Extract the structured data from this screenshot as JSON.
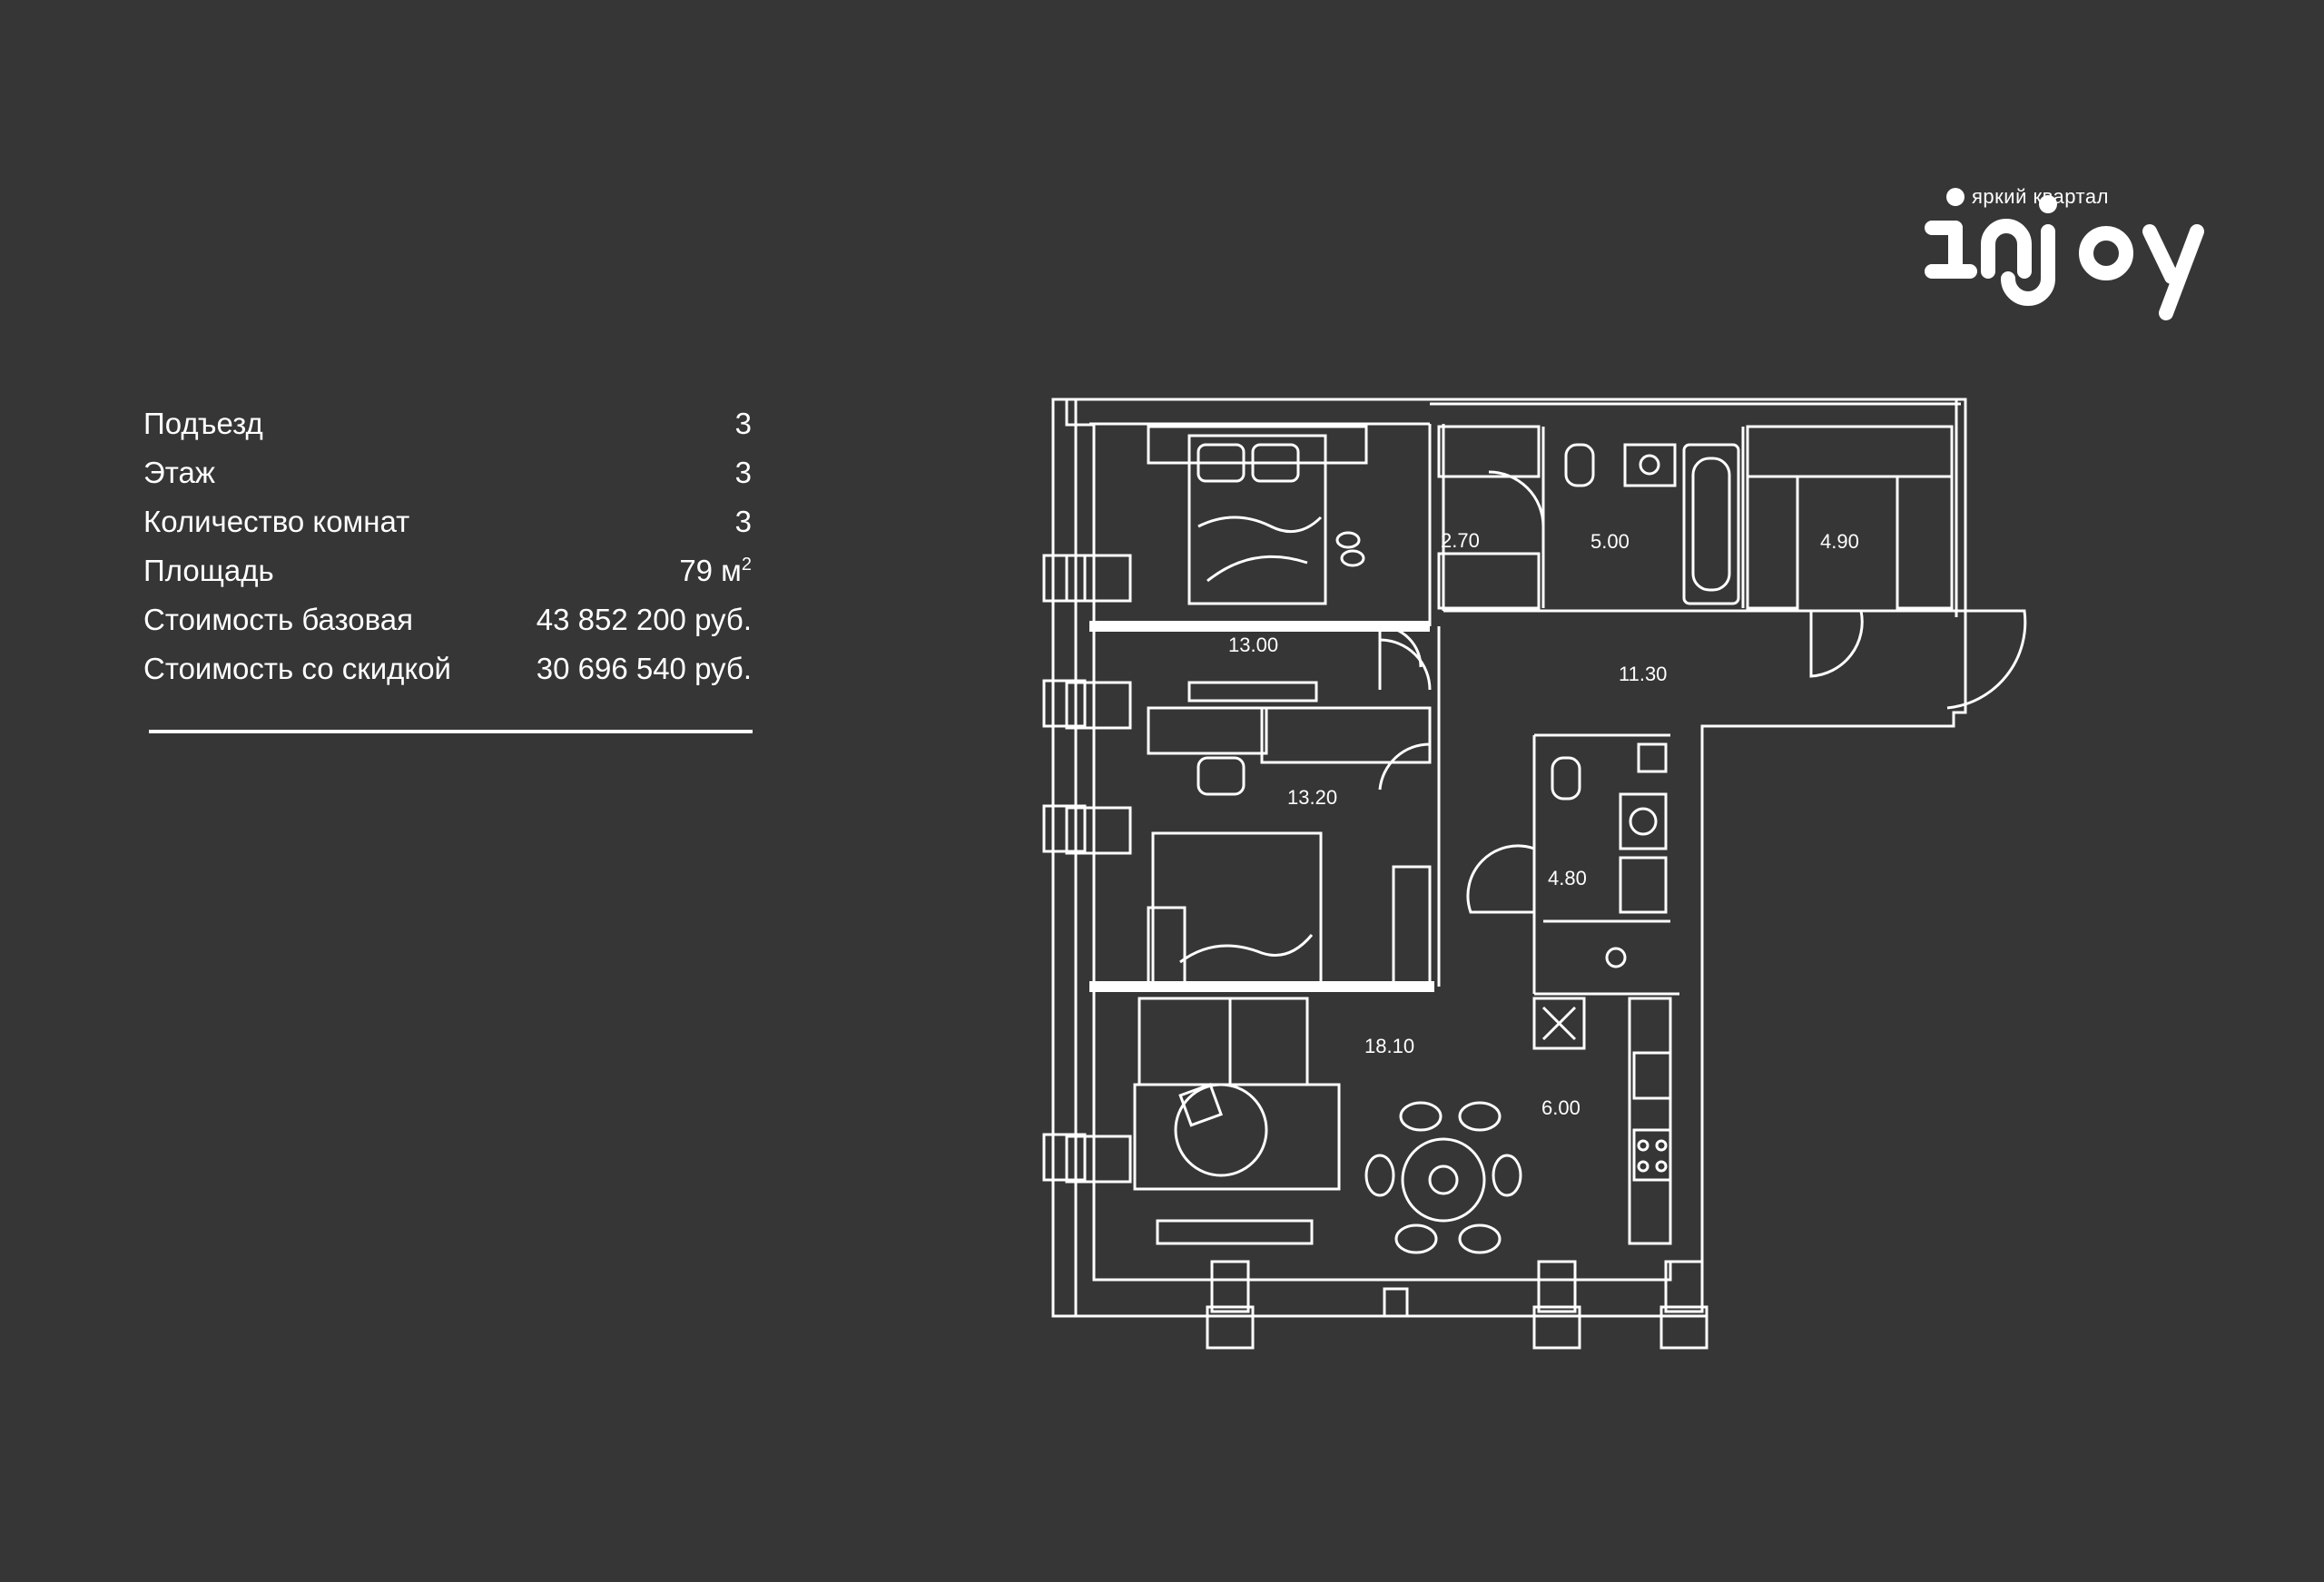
{
  "brand": {
    "logo_text": "injoy",
    "tagline": "яркий квартал"
  },
  "info": {
    "entrance": {
      "label": "Подъезд",
      "value": "3"
    },
    "floor": {
      "label": "Этаж",
      "value": "3"
    },
    "rooms_count": {
      "label": "Количество комнат",
      "value": "3"
    },
    "area": {
      "label": "Площадь",
      "value": "79 м",
      "unit_sup": "2"
    },
    "price_base": {
      "label": "Стоимость базовая",
      "value": "43 852 200  руб."
    },
    "price_discount": {
      "label": "Стоимость со скидкой",
      "value": "30 696 540 руб."
    }
  },
  "plan": {
    "rooms": {
      "bedroom_1": "13.00",
      "wardrobe_small": "2.70",
      "bathroom_main": "5.00",
      "wardrobe_large": "4.90",
      "hallway": "11.30",
      "bedroom_2": "13.20",
      "bathroom_guest": "4.80",
      "living_room": "18.10",
      "kitchen": "6.00"
    }
  },
  "colors": {
    "background": "#363636",
    "foreground": "#ffffff"
  }
}
